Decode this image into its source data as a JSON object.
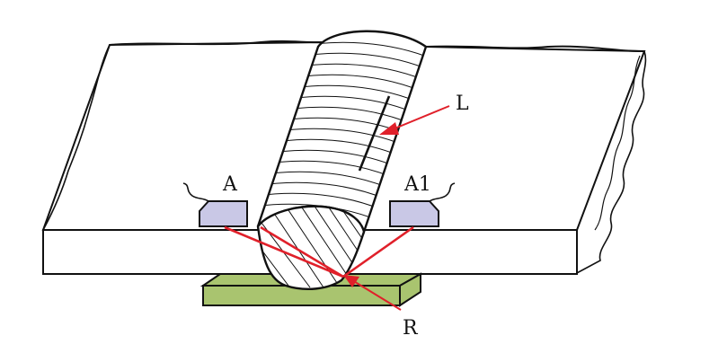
{
  "labels": {
    "probe_left": "A",
    "probe_right": "A1",
    "weld_defect": "L",
    "reflection_point": "R"
  },
  "colors": {
    "background": "#ffffff",
    "outline": "#111111",
    "probe_fill": "#c9c8e6",
    "backing_strip_fill": "#a9c46f",
    "sound_path": "#e0202a"
  }
}
